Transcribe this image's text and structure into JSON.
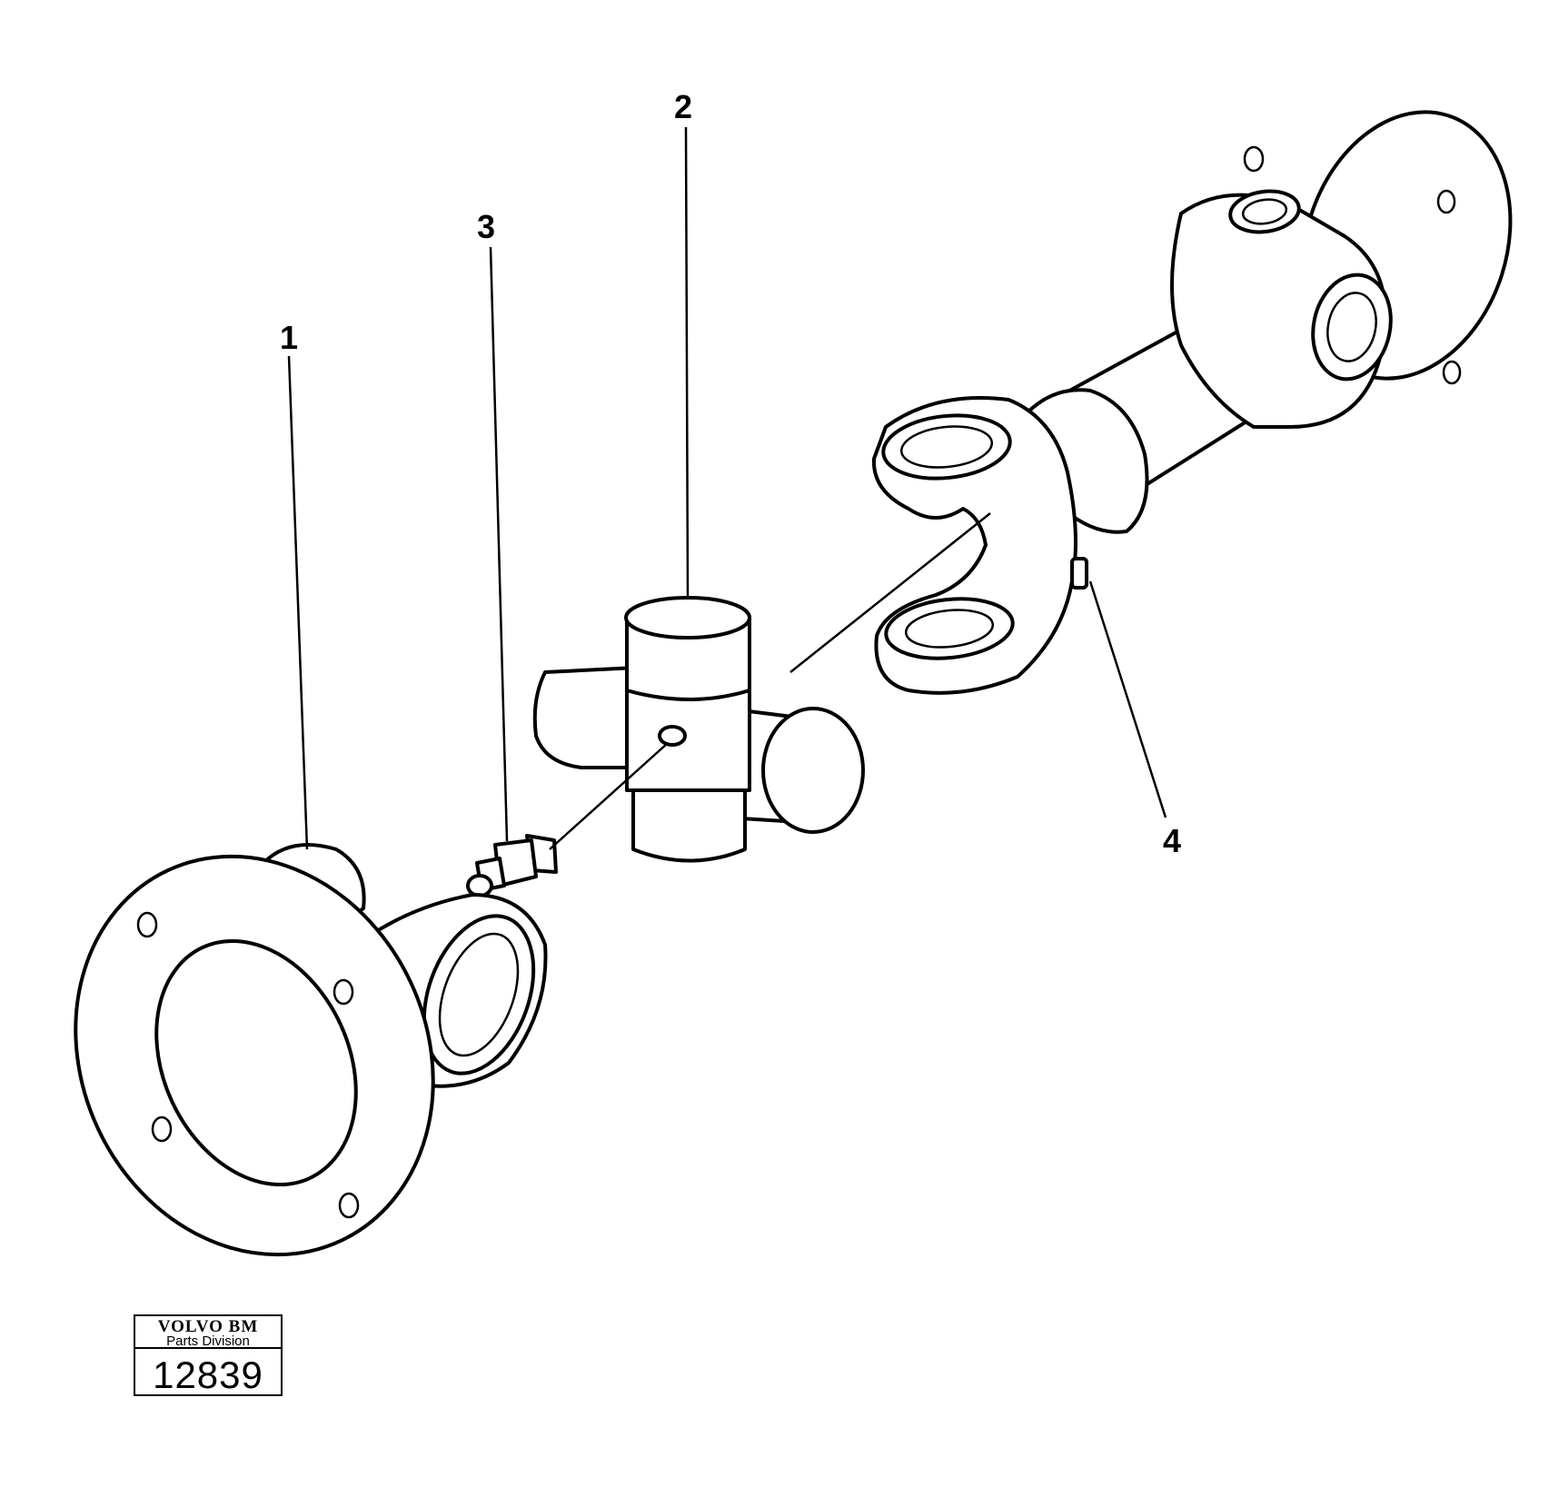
{
  "callouts": [
    {
      "id": "1",
      "label": "1"
    },
    {
      "id": "2",
      "label": "2"
    },
    {
      "id": "3",
      "label": "3"
    },
    {
      "id": "4",
      "label": "4"
    }
  ],
  "stamp": {
    "brand": "VOLVO BM",
    "division": "Parts Division",
    "number": "12839"
  }
}
